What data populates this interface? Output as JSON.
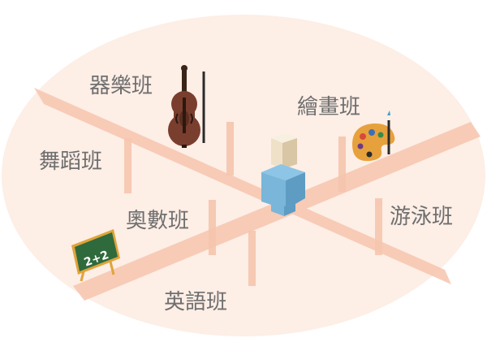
{
  "labels": {
    "music": "器樂班",
    "painting": "繪畫班",
    "dance": "舞蹈班",
    "math": "奧數班",
    "swimming": "游泳班",
    "english": "英語班"
  },
  "board_text": "2+2",
  "icons": [
    "cello-icon",
    "palette-icon",
    "chalkboard-icon",
    "person-icon"
  ],
  "colors": {
    "background_ellipse": "#fdeee6",
    "road": "#f6c5ae",
    "label": "#6f6f6f",
    "person_shirt": "#7ab6d9",
    "person_head": "#efe1c8",
    "chalkboard": "#2f6a3c",
    "chalkboard_frame": "#e0a43a"
  }
}
